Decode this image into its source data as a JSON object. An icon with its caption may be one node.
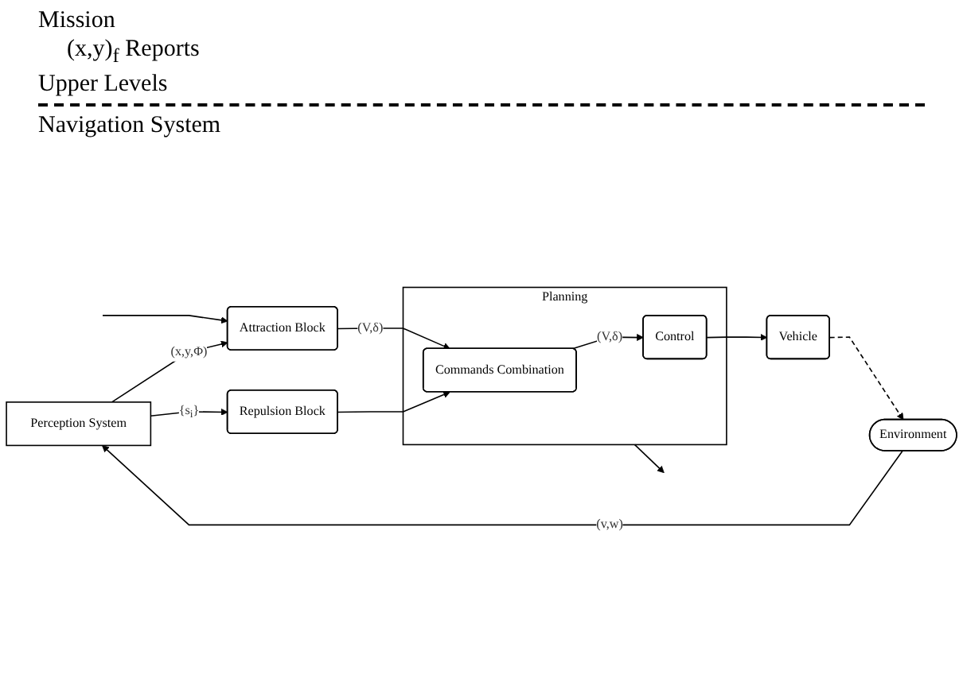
{
  "diagram": {
    "nodes": [
      {
        "text": [
          "Perception System"
        ]
      },
      {
        "text": [
          "Attraction Block"
        ]
      },
      {
        "text": [
          "Repulsion Block"
        ]
      },
      {
        "text": [
          "Planning"
        ]
      },
      {
        "text": [
          "Commands Combination"
        ],
        "in": 3
      },
      {
        "text": [
          "Control"
        ],
        "in": 3
      },
      {
        "text": [
          "Environment"
        ]
      },
      {
        "text": [
          "Vehicle"
        ]
      }
    ],
    "edges": [
      {
        "from": 0,
        "to": 1,
        "arrow": "to",
        "label": "(x,y,Φ)"
      },
      {
        "from": 0,
        "to": 2,
        "arrow": "to",
        "label": "{s$_{i}$}"
      },
      {
        "from": null,
        "to": 1,
        "arrow": "to"
      },
      {
        "from": 1,
        "to": 4,
        "arrow": "to",
        "label": "(V,δ)"
      },
      {
        "from": 2,
        "to": 4,
        "arrow": "to"
      },
      {
        "from": 4,
        "to": 5,
        "arrow": "to",
        "label": "(V,δ)"
      },
      {
        "from": 3,
        "to": null,
        "arrow": "to"
      },
      {
        "from": 5,
        "to": 7,
        "arrow": "to"
      },
      {
        "from": 7,
        "to": 6,
        "arrow": "to",
        "style": "dashed"
      },
      {
        "from": 6,
        "to": 0,
        "arrow": "to",
        "label": "(v,w)"
      }
    ],
    "labels": [
      "Mission",
      "(x,y)$_{f}$ Reports",
      "Upper Levels",
      "Navigation System"
    ]
  }
}
